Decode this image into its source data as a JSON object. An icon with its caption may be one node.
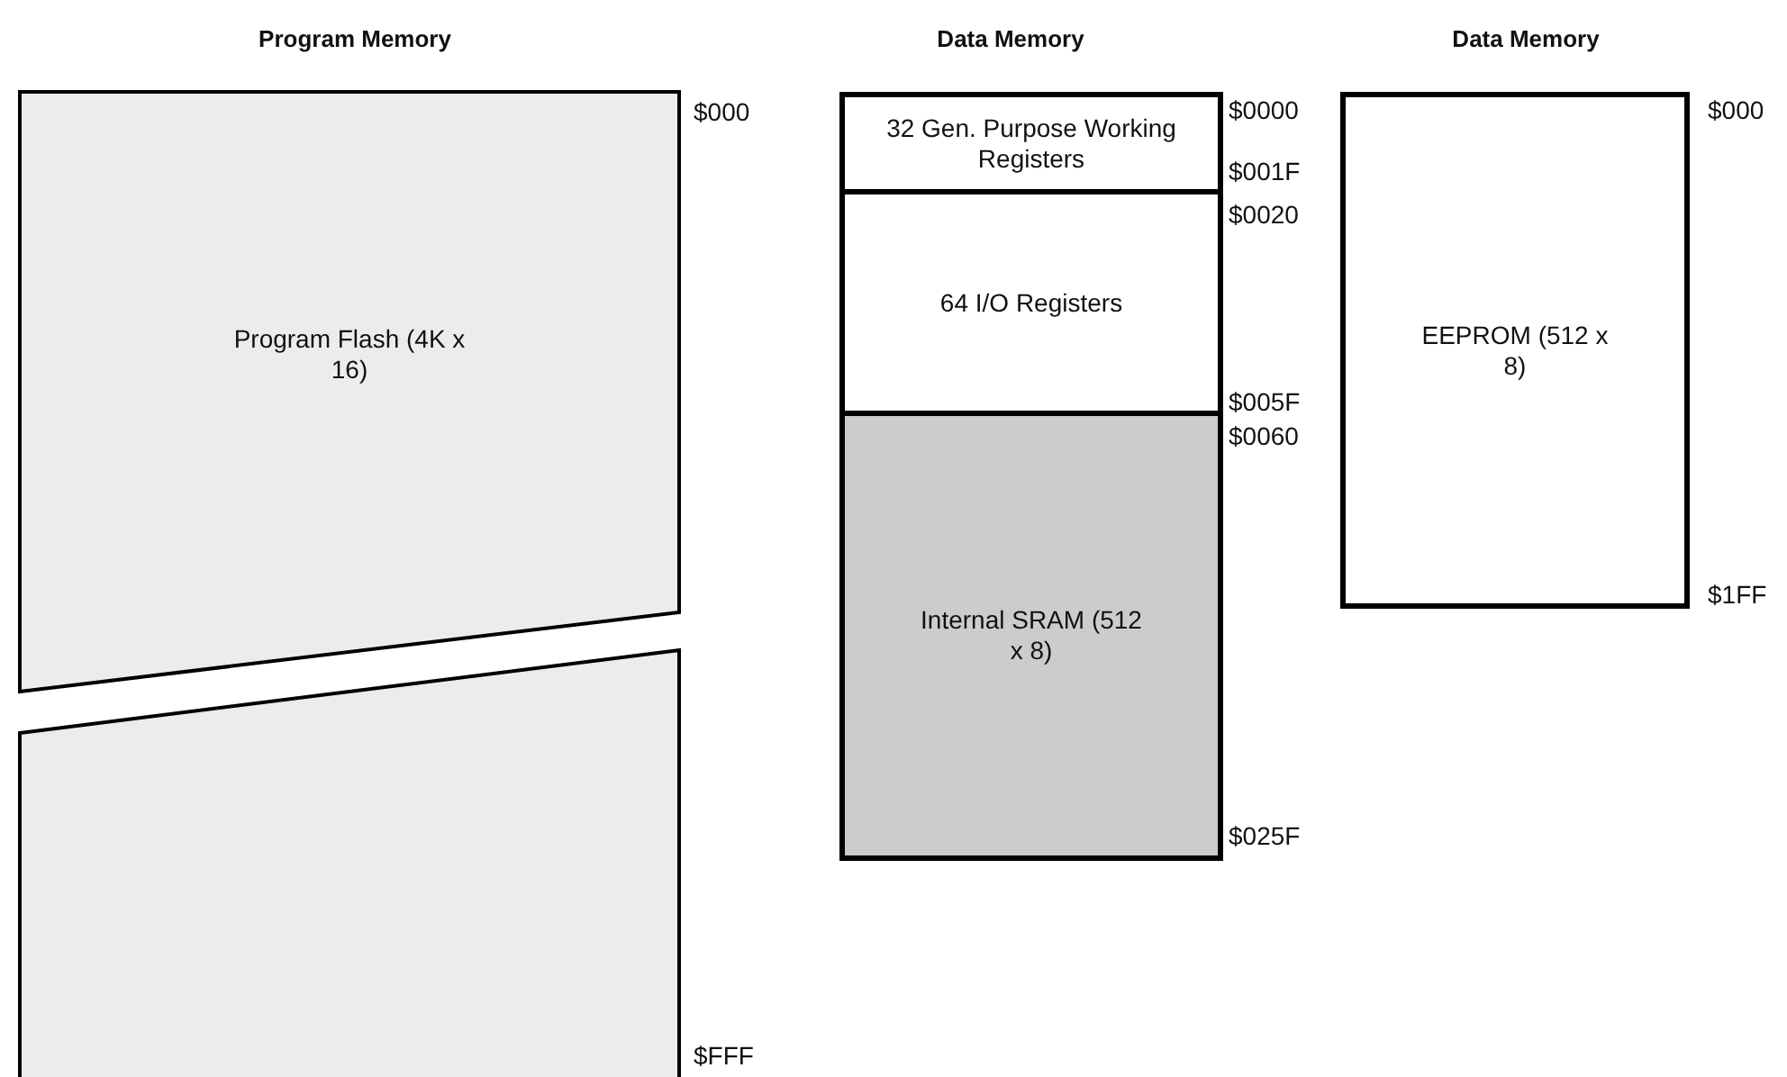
{
  "diagram": {
    "nodes": [
      {
        "text": [
          "Program Flash (4K x 16)"
        ],
        "beside": [
          "$000"
        ]
      },
      {
        "text": [],
        "shape": "box",
        "beside": [
          "$FFF"
        ]
      },
      {
        "text": [
          "32 Gen. Purpose Working Registers"
        ],
        "beside": [
          "$0000",
          "$001F"
        ]
      },
      {
        "text": [
          "64 I/O Registers"
        ],
        "beside": [
          "$0020",
          "$005F"
        ]
      },
      {
        "text": [
          "Internal SRAM (512 x 8)"
        ],
        "beside": [
          "$0060",
          "$025F"
        ]
      },
      {
        "text": [
          "EEPROM (512 x 8)"
        ],
        "beside": [
          "$000",
          "$1FF"
        ]
      }
    ],
    "labels": [
      "Program Memory",
      "Data Memory",
      "Data Memory"
    ]
  }
}
